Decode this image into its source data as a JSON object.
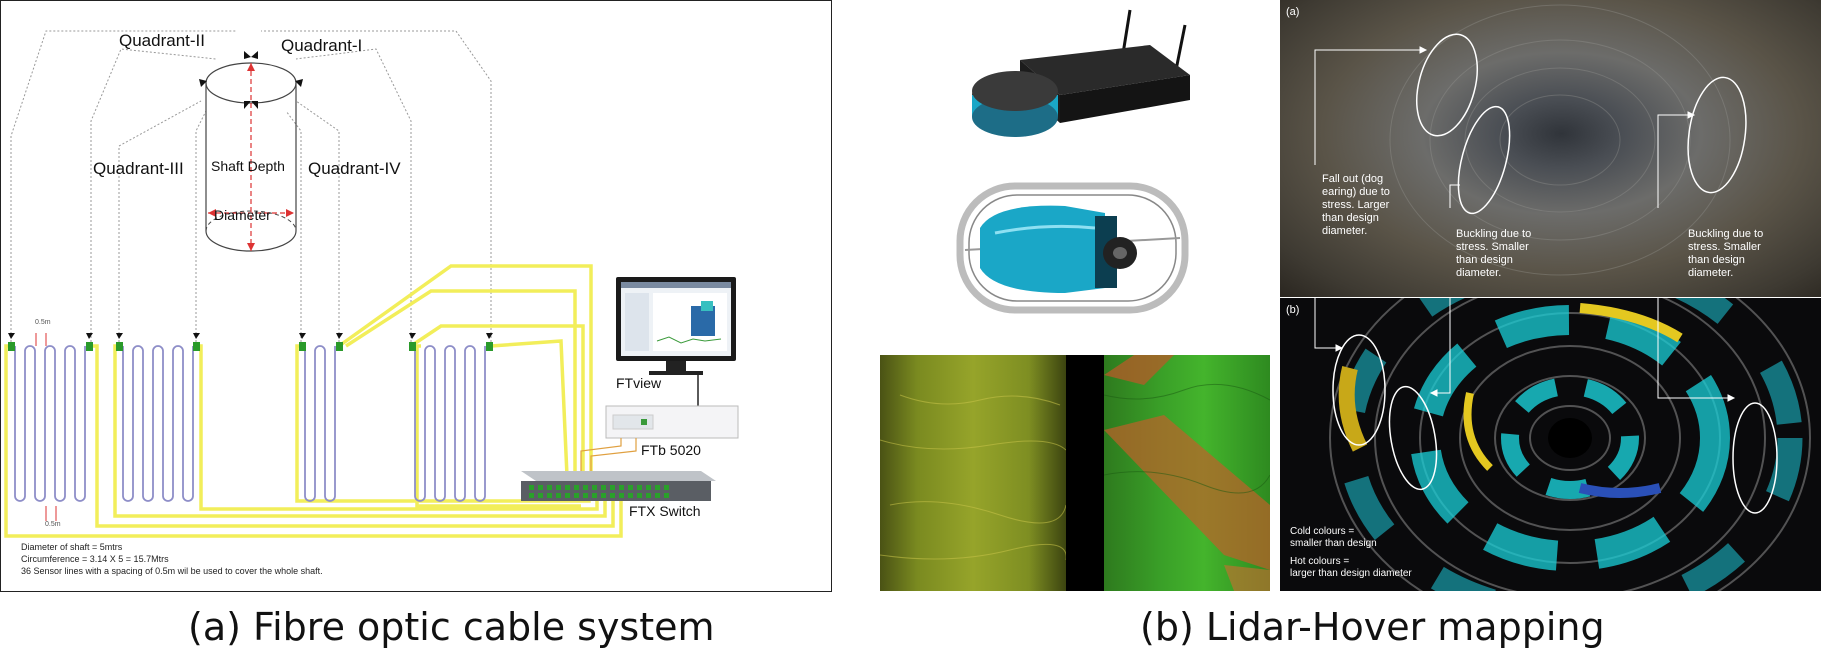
{
  "panel_a": {
    "labels": {
      "quadrant_2": "Quadrant-II",
      "quadrant_1": "Quadrant-I",
      "quadrant_3": "Quadrant-III",
      "quadrant_4": "Quadrant-IV",
      "shaft_depth": "Shaft Depth",
      "diameter": "Diameter",
      "ftview": "FTview",
      "ftb": "FTb 5020",
      "ftx": "FTX Switch",
      "spacing_top": "0.5m",
      "spacing_bottom": "0.5m"
    },
    "notes": [
      "Diameter of shaft = 5mtrs",
      "Circumference = 3.14 X 5 = 15.7Mtrs",
      "36 Sensor lines with a spacing of 0.5m wil be used to cover the whole shaft."
    ]
  },
  "panel_b": {
    "label_a": "(a)",
    "label_b": "(b)",
    "annotations": {
      "fall_out": [
        "Fall out (dog",
        "earing) due to",
        "stress. Larger",
        "than design",
        "diameter."
      ],
      "buckling_1": [
        "Buckling due to",
        "stress. Smaller",
        "than design",
        "diameter."
      ],
      "buckling_2": [
        "Buckling due to",
        "stress. Smaller",
        "than design",
        "diameter."
      ],
      "cold": [
        "Cold colours =",
        "smaller than design"
      ],
      "hot": [
        "Hot colours =",
        "larger than design diameter"
      ]
    }
  },
  "captions": {
    "a": "(a) Fibre optic cable system",
    "b": "(b) Lidar-Hover mapping"
  },
  "colors": {
    "cable": "#f2ee5a",
    "coil": "#8e8ec8",
    "sensor": "#2a9a2a",
    "lidar_blue": "#1aa7c7"
  }
}
